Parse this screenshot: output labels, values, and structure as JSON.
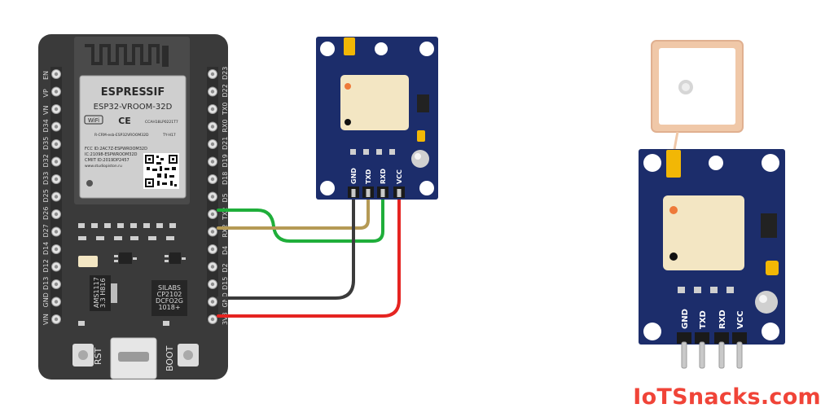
{
  "esp32": {
    "brand": "ESPRESSIF",
    "model": "ESP32-VROOM-32D",
    "wifi": "WiFi",
    "ce": "CE",
    "cert1": "CCAH18LP0221T7",
    "cert2": "R-CRM-esb-ESP32VROOM32D",
    "cert3": "TY-H17",
    "fcc": "FCC ID:2AC7Z-ESPWROOM32D",
    "ic": "IC:21098-ESPWROOM32D",
    "cmiit": "CMIIT ID:2019DP2457",
    "url": "www.studiopiston.ru",
    "usb_chip": [
      "SILABS",
      "CP2102",
      "DCFO2G",
      "1018+"
    ],
    "regulator": [
      "AMS1117",
      "3.3 H816"
    ],
    "left_pins": [
      "EN",
      "VP",
      "VN",
      "D34",
      "D35",
      "D32",
      "D33",
      "D25",
      "D26",
      "D27",
      "D14",
      "D12",
      "D13",
      "GND",
      "VIN"
    ],
    "right_pins": [
      "D23",
      "D22",
      "TX0",
      "RX0",
      "D21",
      "D19",
      "D18",
      "D5",
      "TX2",
      "RX2",
      "D4",
      "D2",
      "D15",
      "GND",
      "3V3"
    ],
    "buttons": {
      "reset": "RST",
      "boot": "BOOT"
    }
  },
  "gps_small": {
    "pins": [
      "GND",
      "TXD",
      "RXD",
      "VCC"
    ]
  },
  "gps_large": {
    "pins": [
      "GND",
      "TXD",
      "RXD",
      "VCC"
    ]
  },
  "wires": [
    {
      "from": "TX2",
      "to": "RXD",
      "color": "#1fae3a"
    },
    {
      "from": "RX2",
      "to": "TXD",
      "color": "#b59a55"
    },
    {
      "from": "GND",
      "to": "GND",
      "color": "#3b3b3b"
    },
    {
      "from": "3V3",
      "to": "VCC",
      "color": "#e52421"
    }
  ],
  "colors": {
    "board": "#3a3a3a",
    "gps_pcb": "#1c2d6b",
    "antenna": "#f0c8a8",
    "brand": "#f04438"
  },
  "watermark": "IoTSnacks.com"
}
